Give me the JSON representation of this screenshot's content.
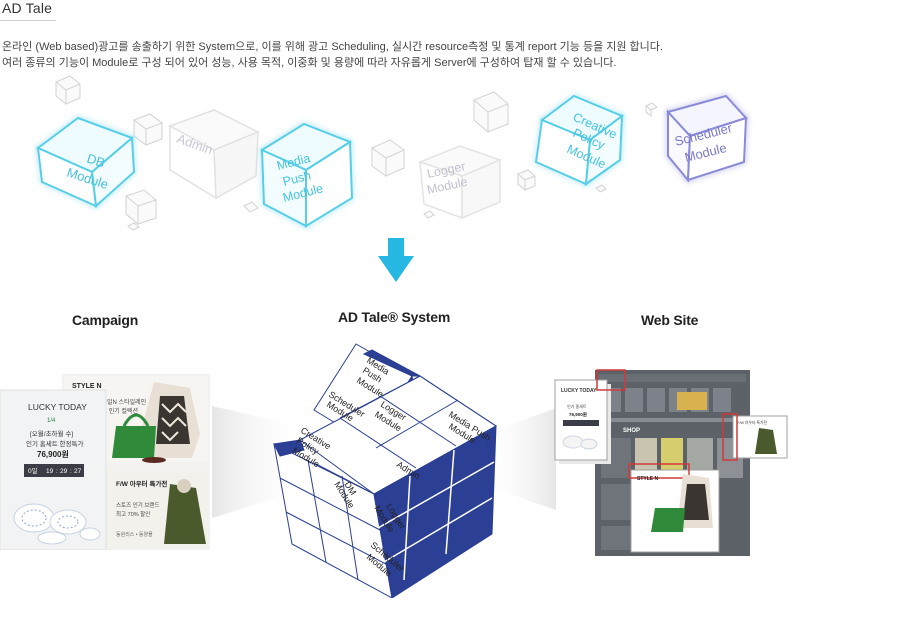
{
  "title": "AD Tale",
  "intro": {
    "line1": "온라인 (Web based)광고를 송출하기 위한 System으로, 이를 위해 광고 Scheduling, 실시간 resource측정 및 통계 report 기능 등을 지원 합니다.",
    "line2": "여러 종류의 기능이 Module로 구성 되어 있어 성능, 사용 목적, 이중화 및 용량에 따라 자유롭게 Server에 구성하여 탑재 할 수 있습니다."
  },
  "modules_top": [
    {
      "line1": "DB",
      "line2": "Module",
      "line3": "",
      "color": "#55cfe8"
    },
    {
      "line1": "Admin",
      "line2": "",
      "line3": "",
      "color": "#c8c8d8"
    },
    {
      "line1": "Media",
      "line2": "Push",
      "line3": "Module",
      "color": "#55cfe8"
    },
    {
      "line1": "Logger",
      "line2": "Module",
      "line3": "",
      "color": "#c8c8d8"
    },
    {
      "line1": "Creative",
      "line2": "Policy",
      "line3": "Module",
      "color": "#55cfe8"
    },
    {
      "line1": "Scheduler",
      "line2": "Module",
      "line3": "",
      "color": "#8a8ad8"
    }
  ],
  "arrow_color": "#27b7e3",
  "sections": {
    "campaign": "Campaign",
    "system": "AD Tale® System",
    "website": "Web Site"
  },
  "cube": {
    "top_left": [
      "Media",
      "Push",
      "Module"
    ],
    "top_mid": [
      "Scheduler",
      "Module"
    ],
    "top_right": [
      "Logger",
      "Module"
    ],
    "top_far": [
      "Media Push",
      "Module"
    ],
    "left_upper": [
      "Creative",
      "Policy",
      "Module"
    ],
    "left_mid": [
      "DM",
      "Module"
    ],
    "right_a": "Admin",
    "right_b": [
      "Logger",
      "Module"
    ],
    "right_c": [
      "Scheduler",
      "Module"
    ],
    "accent": "#2b3f94"
  },
  "campaign_ad": {
    "heading": "LUCKY TODAY",
    "page": "1/4",
    "line1": "[오월/초하월 수]",
    "line2": "인기 홈세트 한정특가",
    "price": "76,900원",
    "timer": [
      "0일",
      "19",
      ":",
      "29",
      ":",
      "27"
    ],
    "side_heading": "STYLE N",
    "side_text1": "스타일N 스타일레인",
    "side_text2": "니트 인기 컬렉션",
    "offer_title": "F/W 아우터 특가전",
    "offer_sub1": "스토즈 인기 브랜드",
    "offer_sub2": "최고 70% 할인",
    "offer_foot": "동원리스 • 동양몰"
  },
  "website": {
    "popup_heading": "LUCKY TODAY",
    "popup_line1": "인기 홈세트",
    "popup_price": "76,900원",
    "mini_heading": "F/W 아우터 특가전",
    "shop": "SHOP",
    "style": "STYLE N"
  }
}
